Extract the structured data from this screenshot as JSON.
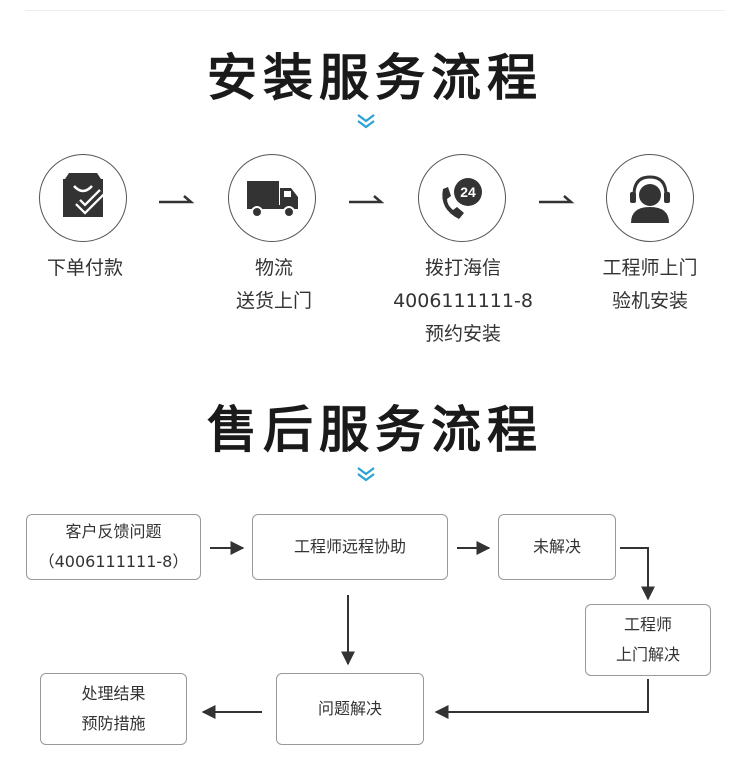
{
  "install": {
    "title": "安装服务流程",
    "steps": [
      {
        "icon": "shopping-bag-check-icon",
        "lines": [
          "下单付款"
        ]
      },
      {
        "icon": "delivery-truck-icon",
        "lines": [
          "物流",
          "送货上门"
        ]
      },
      {
        "icon": "phone-24-icon",
        "lines": [
          "拨打海信",
          "4006111111-8",
          "预约安装"
        ]
      },
      {
        "icon": "headset-agent-icon",
        "lines": [
          "工程师上门",
          "验机安装"
        ]
      }
    ]
  },
  "after_sales": {
    "title": "售后服务流程",
    "nodes": {
      "report": [
        "客户反馈问题",
        "（4006111111-8）"
      ],
      "remote": [
        "工程师远程协助"
      ],
      "unsolved": [
        "未解决"
      ],
      "onsite": [
        "工程师",
        "上门解决"
      ],
      "solved": [
        "问题解决"
      ],
      "result": [
        "处理结果",
        "预防措施"
      ]
    }
  },
  "colors": {
    "accent": "#29a3d6",
    "text": "#333333",
    "title": "#1a1a1a",
    "border": "#999999",
    "arrow": "#333333"
  }
}
